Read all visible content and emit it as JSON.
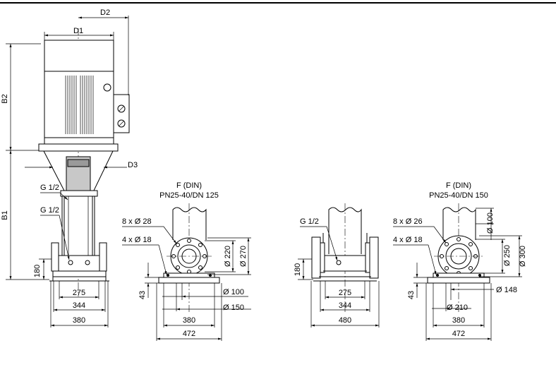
{
  "drawing": {
    "side_view": {
      "labels": {
        "d1": "D1",
        "d2": "D2",
        "d3": "D3",
        "b1": "B1",
        "b2": "B2",
        "g_top": "G 1/2",
        "g_bottom": "G 1/2"
      },
      "dims": {
        "height": "180",
        "w1": "275",
        "w2": "344",
        "w3": "380"
      }
    },
    "flange_1": {
      "title_line1": "F (DIN)",
      "title_line2": "PN25-40/DN 125",
      "holes_large": "8 x Ø 28",
      "holes_small": "4 x Ø 18",
      "d_bolt": "Ø 220",
      "d_outer": "Ø 270",
      "d_a": "Ø 100",
      "d_b": "Ø 150",
      "h": "43",
      "w1": "380",
      "w2": "472"
    },
    "front_view": {
      "g": "G 1/2",
      "height": "180",
      "w1": "275",
      "w2": "344",
      "w3": "480"
    },
    "flange_2": {
      "title_line1": "F (DIN)",
      "title_line2": "PN25-40/DN 150",
      "holes_large": "8 x Ø 26",
      "holes_small": "4 x Ø 18",
      "d_pipe": "Ø 100",
      "d_bolt": "Ø 250",
      "d_outer": "Ø 300",
      "d_a": "Ø 148",
      "d_b": "Ø 210",
      "h": "43",
      "w1": "380",
      "w2": "472"
    }
  }
}
